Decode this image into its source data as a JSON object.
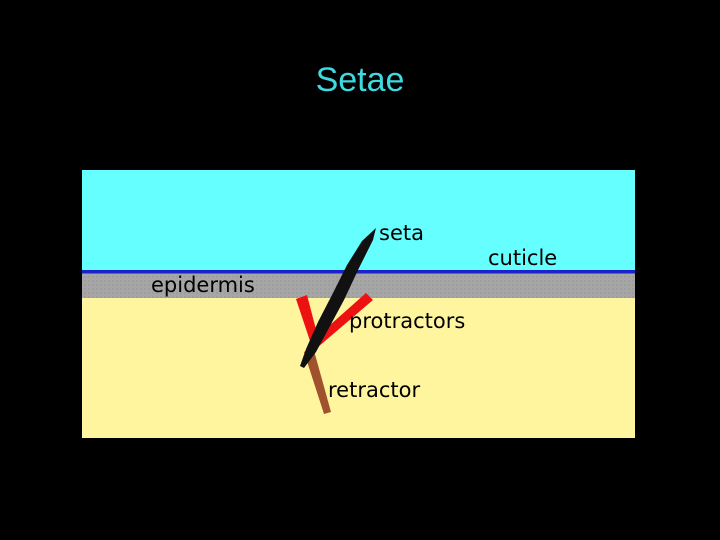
{
  "slide": {
    "title": "Setae",
    "background": "#000000",
    "title_color": "#3fd9e0"
  },
  "diagram": {
    "colors": {
      "water": "#66ffff",
      "cuticle": "#1a22cc",
      "epidermis": "#a6a6a6",
      "tissue": "#fff59e",
      "seta": "#111111",
      "protractors": "#ee1111",
      "retractor": "#a0522d"
    },
    "labels": {
      "seta": "seta",
      "cuticle": "cuticle",
      "epidermis": "epidermis",
      "protractors": "protractors",
      "retractor": "retractor"
    }
  }
}
